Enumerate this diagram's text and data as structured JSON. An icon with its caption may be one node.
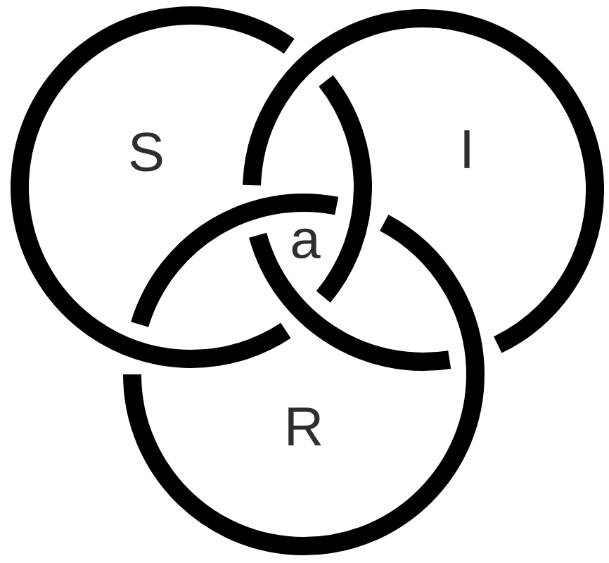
{
  "diagram": {
    "nodes": [
      {
        "text": [
          "S"
        ]
      },
      {
        "text": [
          "I"
        ]
      },
      {
        "text": [
          "R"
        ]
      }
    ],
    "labels": [
      "a"
    ]
  }
}
